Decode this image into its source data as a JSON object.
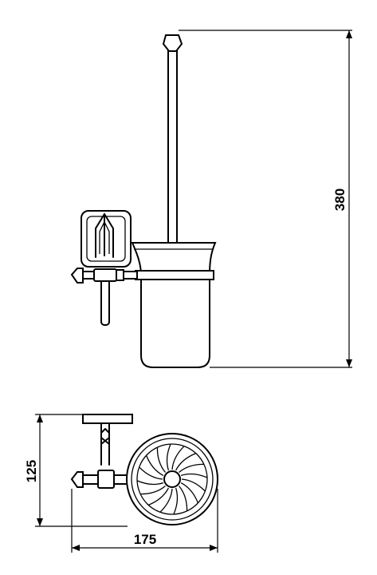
{
  "dimensions": {
    "height_label": "380",
    "depth_label": "125",
    "width_label": "175"
  },
  "views": [
    "front-elevation",
    "top-plan"
  ],
  "colors": {
    "line": "#000000",
    "background": "#ffffff"
  }
}
